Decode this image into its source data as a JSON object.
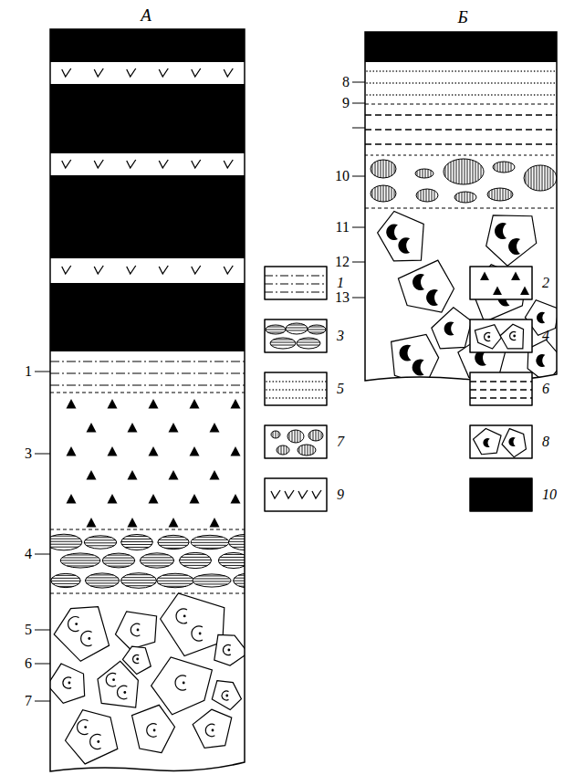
{
  "diagram": {
    "labels": [
      "А",
      "Б",
      "1",
      "3",
      "4",
      "5",
      "6",
      "7",
      "8",
      "9",
      "10",
      "11",
      "12",
      "13"
    ],
    "legend": [
      {
        "text": "1"
      },
      {
        "text": "2"
      },
      {
        "text": "3"
      },
      {
        "text": "4"
      },
      {
        "text": "5"
      },
      {
        "text": "6"
      },
      {
        "text": "7"
      },
      {
        "text": "8"
      },
      {
        "text": "9"
      },
      {
        "text": "10",
        "color": "#000000"
      }
    ]
  }
}
